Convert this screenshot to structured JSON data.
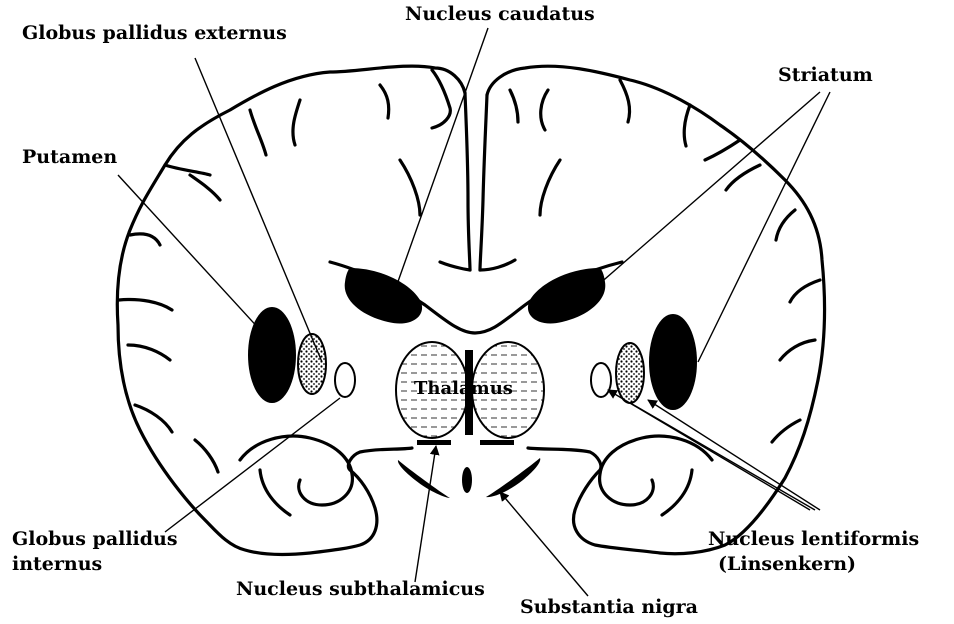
{
  "labels": {
    "globus_pallidus_externus": "Globus pallidus externus",
    "nucleus_caudatus": "Nucleus caudatus",
    "striatum": "Striatum",
    "putamen": "Putamen",
    "thalamus": "Thalamus",
    "globus_pallidus_internus_1": "Globus pallidus",
    "globus_pallidus_internus_2": "internus",
    "nucleus_subthalamicus": "Nucleus subthalamicus",
    "substantia_nigra": "Substantia nigra",
    "nucleus_lentiformis_1": "Nucleus lentiformis",
    "nucleus_lentiformis_2": "(Linsenkern)"
  },
  "colors": {
    "ink": "#000000",
    "background": "#ffffff"
  }
}
